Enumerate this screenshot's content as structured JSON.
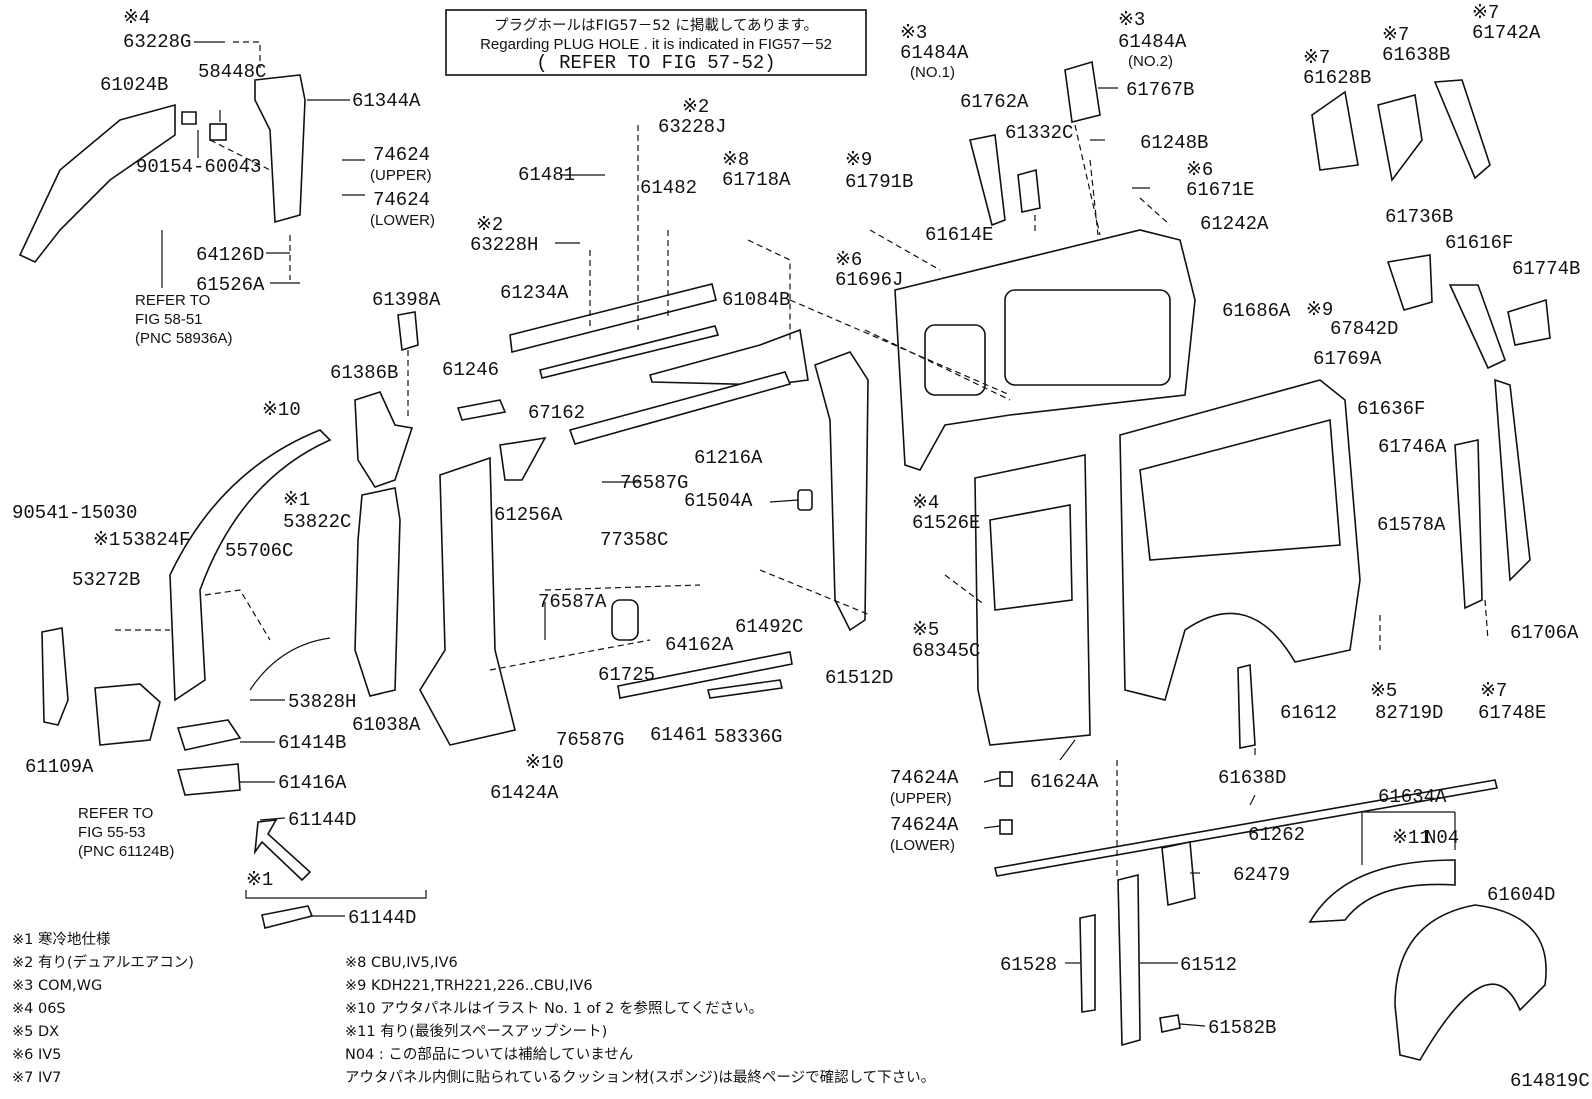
{
  "notice": {
    "line1": "プラグホールはFIG57－52 に掲載してあります。",
    "line2": "Regarding PLUG HOLE . it is indicated in FIG57－52",
    "line3": "( REFER TO FIG 57-52)"
  },
  "parts": [
    {
      "id": "63228G",
      "sym": "※4"
    },
    {
      "id": "58448C"
    },
    {
      "id": "61024B"
    },
    {
      "id": "61344A"
    },
    {
      "id": "90154-60043"
    },
    {
      "id": "74624",
      "sub": "(UPPER)"
    },
    {
      "id": "74624",
      "sub": "(LOWER)"
    },
    {
      "id": "64126D"
    },
    {
      "id": "61526A"
    },
    {
      "id": "61398A"
    },
    {
      "id": "61386B"
    },
    {
      "id": "53822C",
      "sym": "※1"
    },
    {
      "id": "55706C"
    },
    {
      "id": "53824F",
      "sym": "※1"
    },
    {
      "id": "90541-15030"
    },
    {
      "id": "53272B"
    },
    {
      "id": "61109A"
    },
    {
      "id": "53828H"
    },
    {
      "id": "61038A"
    },
    {
      "id": "61414B"
    },
    {
      "id": "61416A"
    },
    {
      "id": "61144D"
    },
    {
      "id": "61144D",
      "sym": "※1"
    },
    {
      "id": "63228J",
      "sym": "※2"
    },
    {
      "id": "61481"
    },
    {
      "id": "61482"
    },
    {
      "id": "61718A",
      "sym": "※8"
    },
    {
      "id": "63228H",
      "sym": "※2"
    },
    {
      "id": "61234A"
    },
    {
      "id": "61084B"
    },
    {
      "id": "61246"
    },
    {
      "id": "67162"
    },
    {
      "id": "61216A"
    },
    {
      "id": "76587G"
    },
    {
      "id": "61256A"
    },
    {
      "id": "61504A"
    },
    {
      "id": "77358C"
    },
    {
      "id": "76587A"
    },
    {
      "id": "64162A"
    },
    {
      "id": "61492C"
    },
    {
      "id": "61725"
    },
    {
      "id": "76587G"
    },
    {
      "id": "61461"
    },
    {
      "id": "58336G"
    },
    {
      "id": "61424A"
    },
    {
      "id": "61512D"
    },
    {
      "id": "61791B",
      "sym": "※9"
    },
    {
      "id": "61696J",
      "sym": "※6"
    },
    {
      "id": "61484A",
      "sym": "※3",
      "sub": "(NO.1)"
    },
    {
      "id": "61762A"
    },
    {
      "id": "61332C"
    },
    {
      "id": "61484A",
      "sym": "※3",
      "sub": "(NO.2)"
    },
    {
      "id": "61767B"
    },
    {
      "id": "61248B"
    },
    {
      "id": "61671E",
      "sym": "※6"
    },
    {
      "id": "61614E"
    },
    {
      "id": "61242A"
    },
    {
      "id": "61686A"
    },
    {
      "id": "61526E",
      "sym": "※4"
    },
    {
      "id": "68345C",
      "sym": "※5"
    },
    {
      "id": "74624A",
      "sub": "(UPPER)"
    },
    {
      "id": "74624A",
      "sub": "(LOWER)"
    },
    {
      "id": "61624A"
    },
    {
      "id": "61612"
    },
    {
      "id": "61638D"
    },
    {
      "id": "61262"
    },
    {
      "id": "62479"
    },
    {
      "id": "61528"
    },
    {
      "id": "61512"
    },
    {
      "id": "61582B"
    },
    {
      "id": "61628B",
      "sym": "※7"
    },
    {
      "id": "61638B",
      "sym": "※7"
    },
    {
      "id": "61742A",
      "sym": "※7"
    },
    {
      "id": "61736B"
    },
    {
      "id": "61616F"
    },
    {
      "id": "61774B"
    },
    {
      "id": "67842D",
      "sym": "※9"
    },
    {
      "id": "61769A"
    },
    {
      "id": "61636F"
    },
    {
      "id": "61746A"
    },
    {
      "id": "61578A"
    },
    {
      "id": "61706A"
    },
    {
      "id": "82719D",
      "sym": "※5"
    },
    {
      "id": "61748E",
      "sym": "※7"
    },
    {
      "id": "61634A"
    },
    {
      "id": "N04",
      "sym": "※11"
    },
    {
      "id": "61604D"
    }
  ],
  "refs": [
    {
      "l1": "REFER TO",
      "l2": "FIG 58-51",
      "l3": "(PNC 58936A)"
    },
    {
      "l1": "REFER TO",
      "l2": "FIG 55-53",
      "l3": "(PNC 61124B)"
    }
  ],
  "callout_note_10": "※10",
  "legend_left": [
    "※1 寒冷地仕様",
    "※2 有り(デュアルエアコン)",
    "※3 COM,WG",
    "※4 06S",
    "※5 DX",
    "※6 IV5",
    "※7 IV7"
  ],
  "legend_right": [
    "※8 CBU,IV5,IV6",
    "※9 KDH221,TRH221,226..CBU,IV6",
    "※10 アウタパネルはイラスト No. 1 of 2 を参照してください。",
    "※11 有り(最後列スペースアップシート)",
    "N04 : この部品については補給していません",
    "アウタパネル内側に貼られているクッション材(スポンジ)は最終ページで確認して下さい。"
  ],
  "figure_code": "614819C"
}
